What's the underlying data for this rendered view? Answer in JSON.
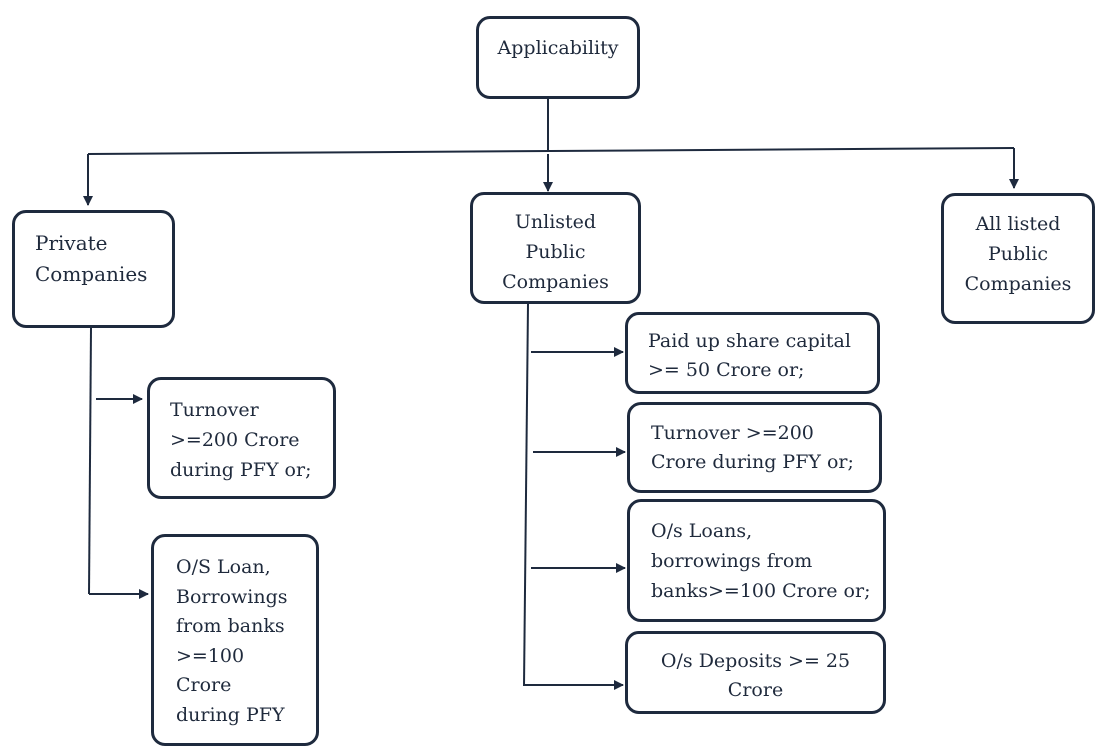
{
  "root": {
    "label": "Applicability"
  },
  "categories": {
    "private": {
      "lines": [
        "Private",
        "Companies"
      ]
    },
    "unlisted": {
      "lines": [
        "Unlisted",
        "Public",
        "Companies"
      ]
    },
    "listed": {
      "lines": [
        "All listed",
        "Public",
        "Companies"
      ]
    }
  },
  "private_criteria": [
    {
      "lines": [
        "Turnover",
        ">=200 Crore",
        "during PFY or;"
      ]
    },
    {
      "lines": [
        "O/S Loan,",
        "Borrowings",
        "from banks",
        ">=100",
        "Crore",
        "during PFY"
      ]
    }
  ],
  "unlisted_criteria": [
    {
      "lines": [
        "Paid up share capital",
        ">= 50 Crore or;"
      ]
    },
    {
      "lines": [
        "Turnover >=200",
        "Crore during PFY or;"
      ]
    },
    {
      "lines": [
        "O/s Loans,",
        "borrowings from",
        "banks>=100 Crore or;"
      ]
    },
    {
      "lines": [
        "O/s Deposits >= 25",
        "Crore"
      ]
    }
  ],
  "colors": {
    "stroke": "#1e2a3e",
    "text": "#1f2a3c",
    "background": "#ffffff"
  }
}
